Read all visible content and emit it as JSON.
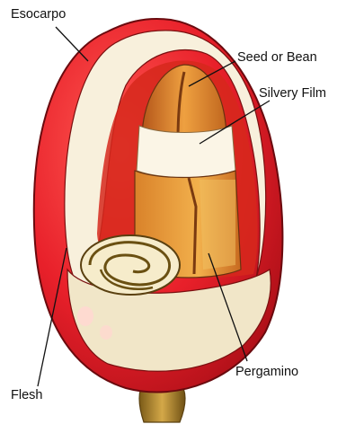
{
  "labels": {
    "esocarpo": "Esocarpo",
    "seed": "Seed or Bean",
    "silvery_film": "Silvery Film",
    "flesh": "Flesh",
    "pergamino": "Pergamino"
  },
  "colors": {
    "skin": "#e8202a",
    "skin_dark": "#b5121a",
    "flesh": "#f8f0dc",
    "bean": "#e3902c",
    "bean_dark": "#b4561a",
    "film": "#fbf5e6",
    "stem": "#b98a2e"
  }
}
